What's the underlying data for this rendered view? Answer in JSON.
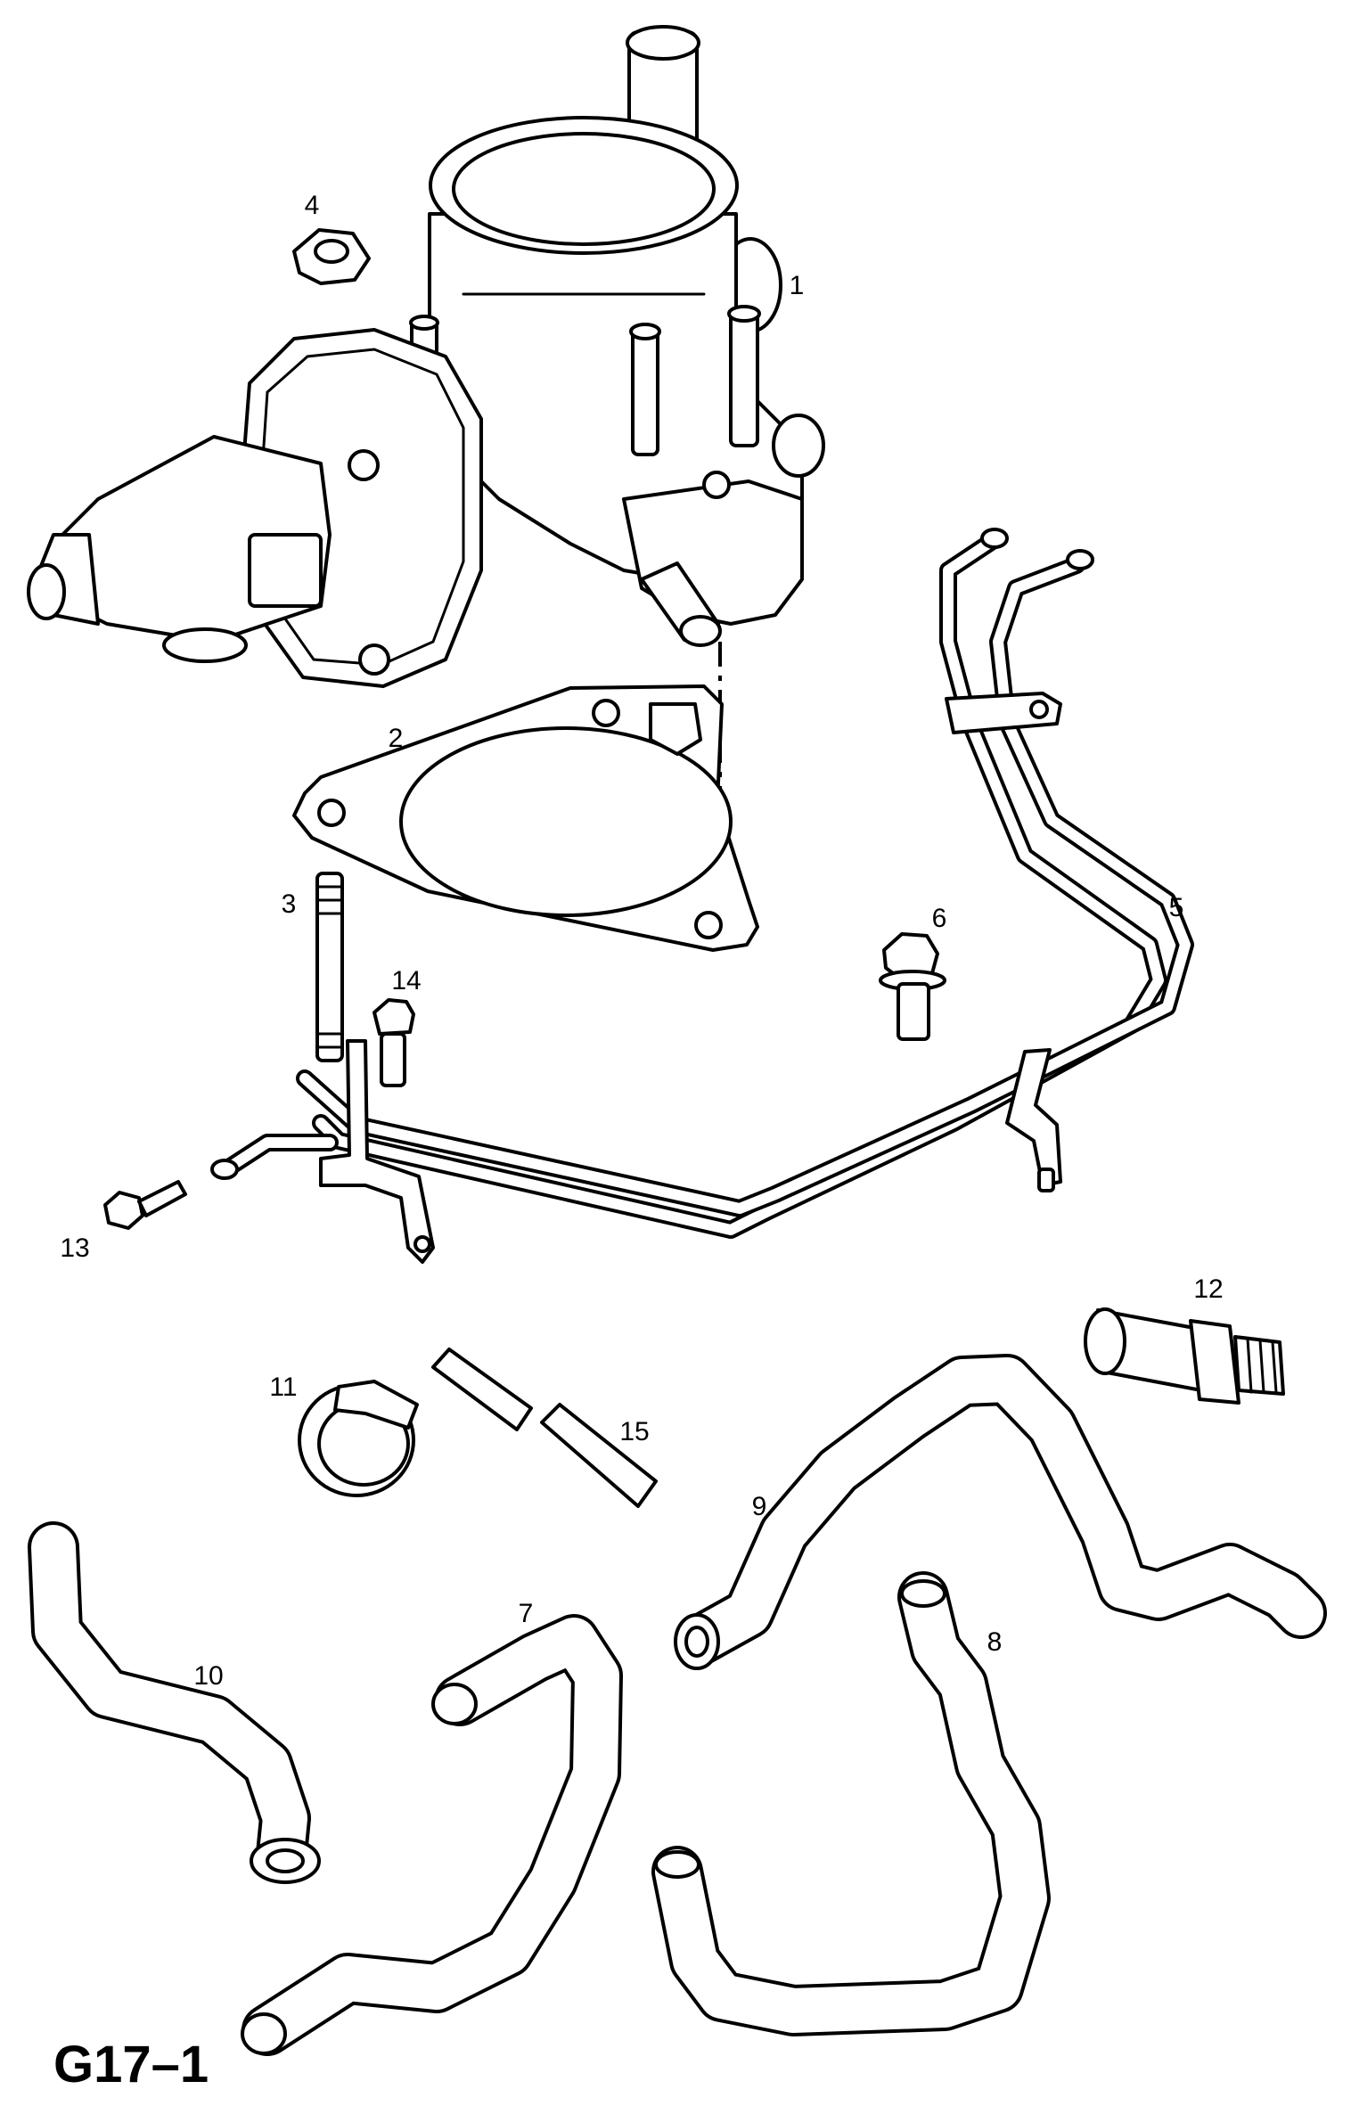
{
  "figure_label": "G17–1",
  "callouts": {
    "c1": "1",
    "c2": "2",
    "c3": "3",
    "c4": "4",
    "c5": "5",
    "c6": "6",
    "c7": "7",
    "c8": "8",
    "c9": "9",
    "c10": "10",
    "c11": "11",
    "c12": "12",
    "c13": "13",
    "c14": "14",
    "c15": "15"
  }
}
